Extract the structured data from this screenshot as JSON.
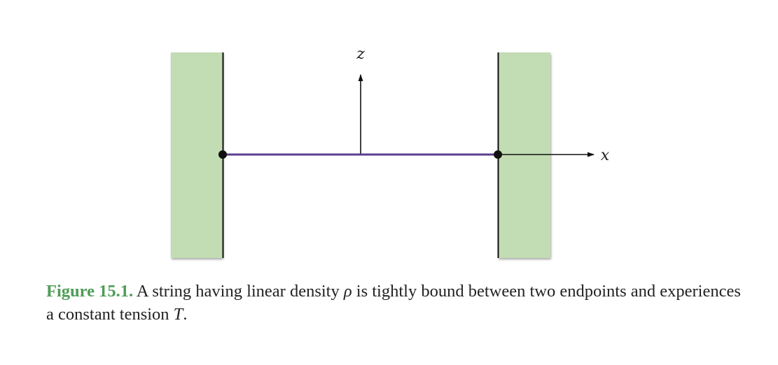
{
  "diagram": {
    "z_axis_label": "z",
    "x_axis_label": "x",
    "colors": {
      "wall_fill": "#c2dcb3",
      "wall_edge": "#111111",
      "string": "#5a3f8f",
      "axis": "#111111",
      "endpoint": "#111111"
    }
  },
  "caption": {
    "figure_number": "Figure 15.1.",
    "text_part1": " A string having linear density ",
    "rho_symbol": "ρ",
    "text_part2": " is tightly bound between two endpoints and experiences a constant tension ",
    "tension_symbol": "T",
    "text_part3": "."
  }
}
